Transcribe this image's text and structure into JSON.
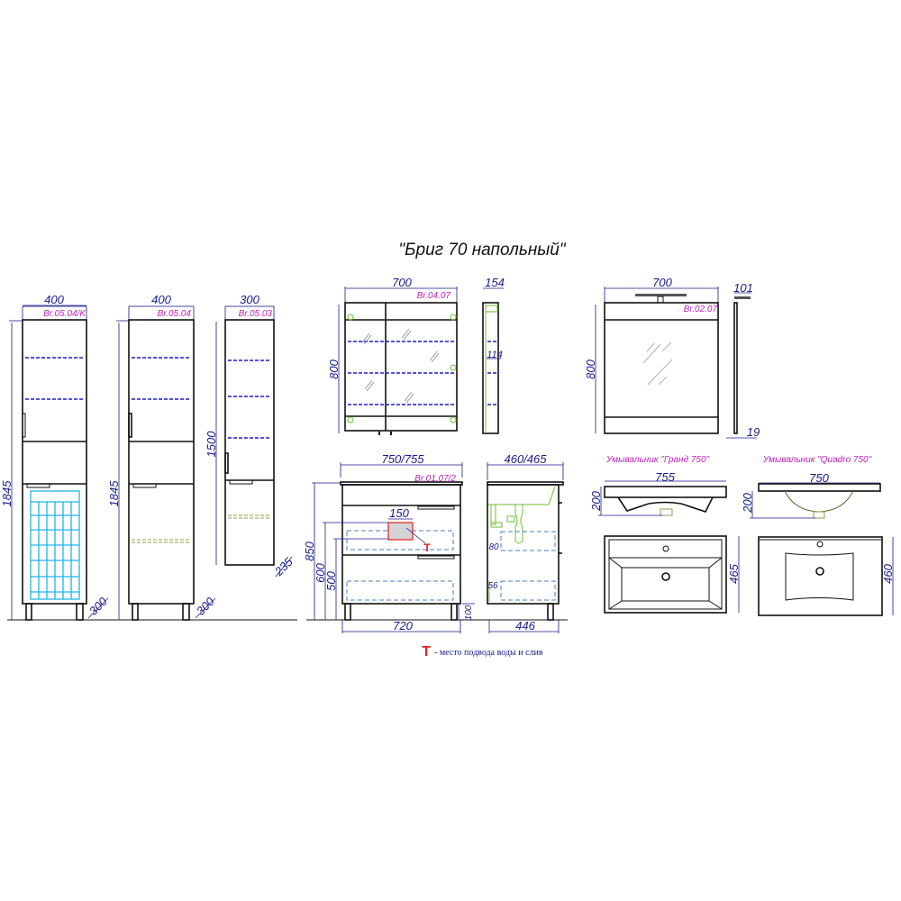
{
  "title": "\"Бриг 70 напольный\"",
  "tall_cabinet_basket": {
    "code": "Br.05.04/K",
    "width": "400",
    "height": "1845",
    "depth": "300"
  },
  "tall_cabinet": {
    "code": "Br.05.04",
    "width": "400",
    "height": "1845",
    "depth": "300"
  },
  "wall_cabinet": {
    "code": "Br.05.03",
    "width": "300",
    "height": "1500",
    "depth": "235"
  },
  "mirror_cabinet": {
    "code": "Br.04.07",
    "width": "700",
    "height": "800",
    "depth": "154",
    "inner_depth": "114"
  },
  "vanity": {
    "code": "Br.01.07/2",
    "width": "750/755",
    "inner_width": "720",
    "height": "850",
    "pipe_h1": "600",
    "pipe_h2": "500",
    "pipe_width": "150",
    "leg_height": "100",
    "depth": "460/465",
    "inner_depth": "446",
    "drawer_depth1": "80",
    "drawer_depth2": "56"
  },
  "mirror": {
    "code": "Br.02.07",
    "width": "700",
    "height": "800",
    "lamp_depth": "101",
    "thickness": "19"
  },
  "sink_grand": {
    "label": "Умывальник \"Гранд 750\"",
    "width": "755",
    "height": "200",
    "depth": "465"
  },
  "sink_quadro": {
    "label": "Умывальник \"Quadro 750\"",
    "width": "750",
    "height": "200",
    "depth": "460"
  },
  "legend": {
    "symbol": "Т",
    "text": "- место подвода воды и слив",
    "symbol_color": "#e0201c"
  },
  "colors": {
    "dimension": "#1a1a8c",
    "label": "#c020c0",
    "shelf": "#1c1cc8"
  }
}
